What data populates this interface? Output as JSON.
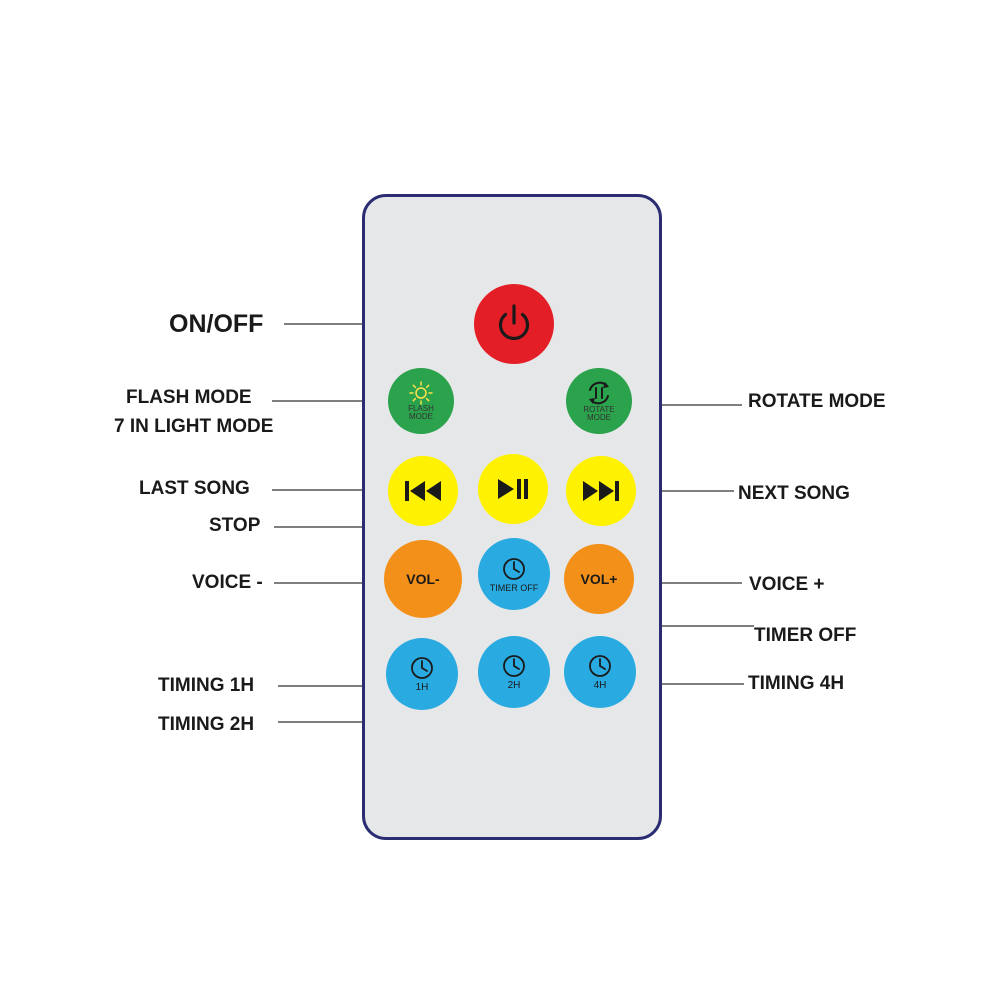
{
  "colors": {
    "remote_border": "#2b2d73",
    "remote_body": "#e6e7e8",
    "power": "#e41e26",
    "mode": "#2ba24c",
    "media": "#fff200",
    "volume": "#f39019",
    "timer": "#29aae1"
  },
  "buttons": {
    "power": {
      "icon": "power-icon"
    },
    "flash_mode": {
      "icon": "sun-icon",
      "caption_1": "FLASH",
      "caption_2": "MODE"
    },
    "rotate_mode": {
      "icon": "rotate-icon",
      "caption_1": "ROTATE",
      "caption_2": "MODE"
    },
    "last_song": {
      "icon": "skip-back-icon"
    },
    "play_pause": {
      "icon": "play-pause-icon"
    },
    "next_song": {
      "icon": "skip-forward-icon"
    },
    "vol_down": {
      "text": "VOL-"
    },
    "timer_off": {
      "icon": "clock-icon",
      "caption": "TIMER OFF"
    },
    "vol_up": {
      "text": "VOL+"
    },
    "timer_1h": {
      "icon": "clock-icon",
      "caption": "1H"
    },
    "timer_2h": {
      "icon": "clock-icon",
      "caption": "2H"
    },
    "timer_4h": {
      "icon": "clock-icon",
      "caption": "4H"
    }
  },
  "labels": {
    "on_off": "ON/OFF",
    "flash_mode": "FLASH MODE",
    "light_mode": "7 IN LIGHT MODE",
    "rotate_mode": "ROTATE MODE",
    "last_song": "LAST SONG",
    "stop": "STOP",
    "next_song": "NEXT SONG",
    "voice_minus": "VOICE -",
    "voice_plus": "VOICE +",
    "timer_off": "TIMER OFF",
    "timing_1h": "TIMING 1H",
    "timing_2h": "TIMING 2H",
    "timing_4h": "TIMING 4H"
  }
}
